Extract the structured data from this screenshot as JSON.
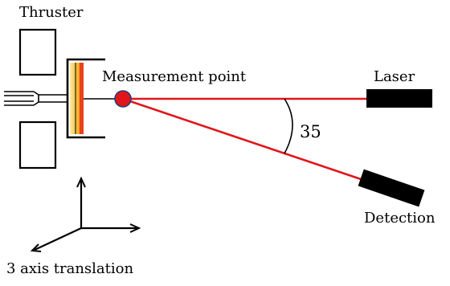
{
  "labels": {
    "thruster": "Thruster",
    "measurement_point": "Measurement point",
    "laser": "Laser",
    "angle": "35",
    "detection": "Detection",
    "translation": "3 axis translation"
  },
  "colors": {
    "beam": "#e0161b",
    "measurement_point_fill": "#e0161b",
    "measurement_point_stroke": "#2a3c7a",
    "device_fill": "#000000",
    "plume_outer": "#fde9a8",
    "plume_mid": "#f7b02c",
    "plume_inner": "#e8421a"
  }
}
